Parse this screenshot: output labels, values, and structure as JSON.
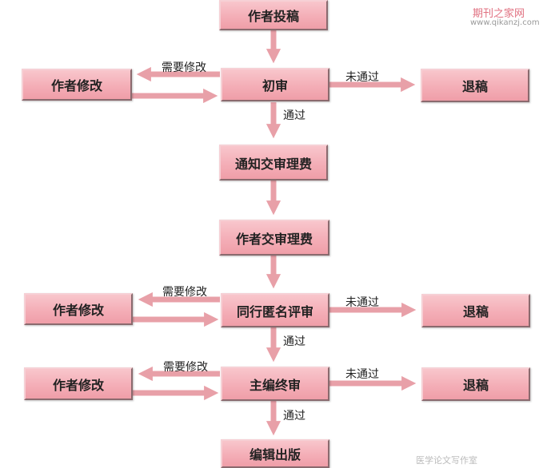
{
  "watermark": {
    "cn": "期刊之家网",
    "url": "www.qikanzj.com",
    "bottom": "医学论文写作室"
  },
  "nodes": {
    "submit": "作者投稿",
    "initial_review": "初审",
    "revise_1": "作者修改",
    "reject_1": "退稿",
    "notify_fee": "通知交审理费",
    "pay_fee": "作者交审理费",
    "peer_review": "同行匿名评审",
    "revise_2": "作者修改",
    "reject_2": "退稿",
    "chief_review": "主编终审",
    "revise_3": "作者修改",
    "reject_3": "退稿",
    "publish": "编辑出版"
  },
  "edges": {
    "needs_revision": "需要修改",
    "not_passed": "未通过",
    "passed": "通过"
  },
  "colors": {
    "box_fill": "#f4aeb7",
    "arrow": "#e8a0a8"
  }
}
